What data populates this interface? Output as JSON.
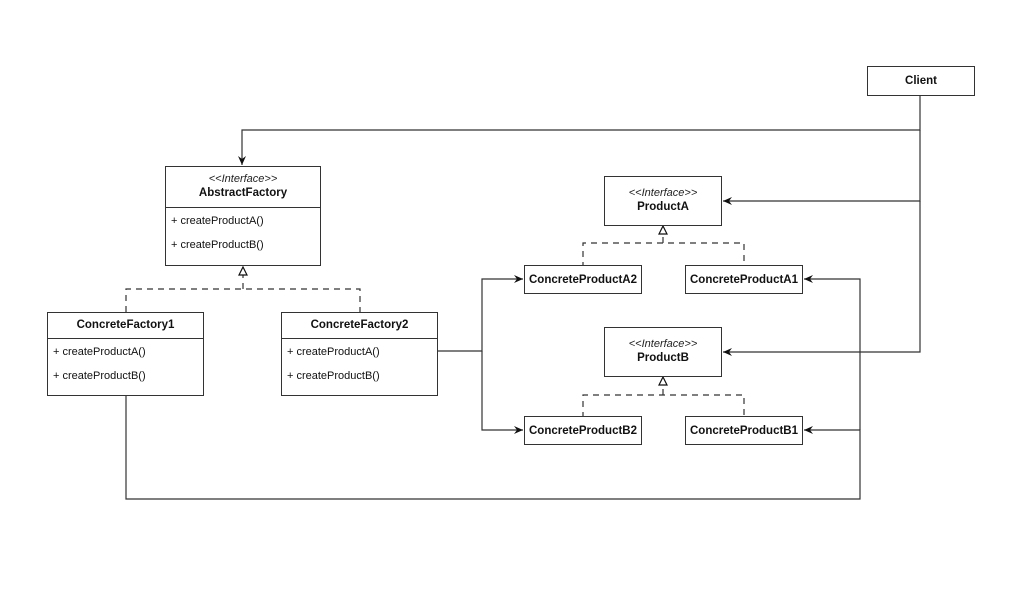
{
  "client": {
    "name": "Client"
  },
  "abstract_factory": {
    "stereotype": "<<Interface>>",
    "name": "AbstractFactory",
    "ops": [
      "+ createProductA()",
      "+ createProductB()"
    ]
  },
  "concrete_factory1": {
    "name": "ConcreteFactory1",
    "ops": [
      "+ createProductA()",
      "+ createProductB()"
    ]
  },
  "concrete_factory2": {
    "name": "ConcreteFactory2",
    "ops": [
      "+ createProductA()",
      "+ createProductB()"
    ]
  },
  "product_a": {
    "stereotype": "<<Interface>>",
    "name": "ProductA"
  },
  "product_b": {
    "stereotype": "<<Interface>>",
    "name": "ProductB"
  },
  "concrete_product_a2": {
    "name": "ConcreteProductA2"
  },
  "concrete_product_a1": {
    "name": "ConcreteProductA1"
  },
  "concrete_product_b2": {
    "name": "ConcreteProductB2"
  },
  "concrete_product_b1": {
    "name": "ConcreteProductB1"
  }
}
